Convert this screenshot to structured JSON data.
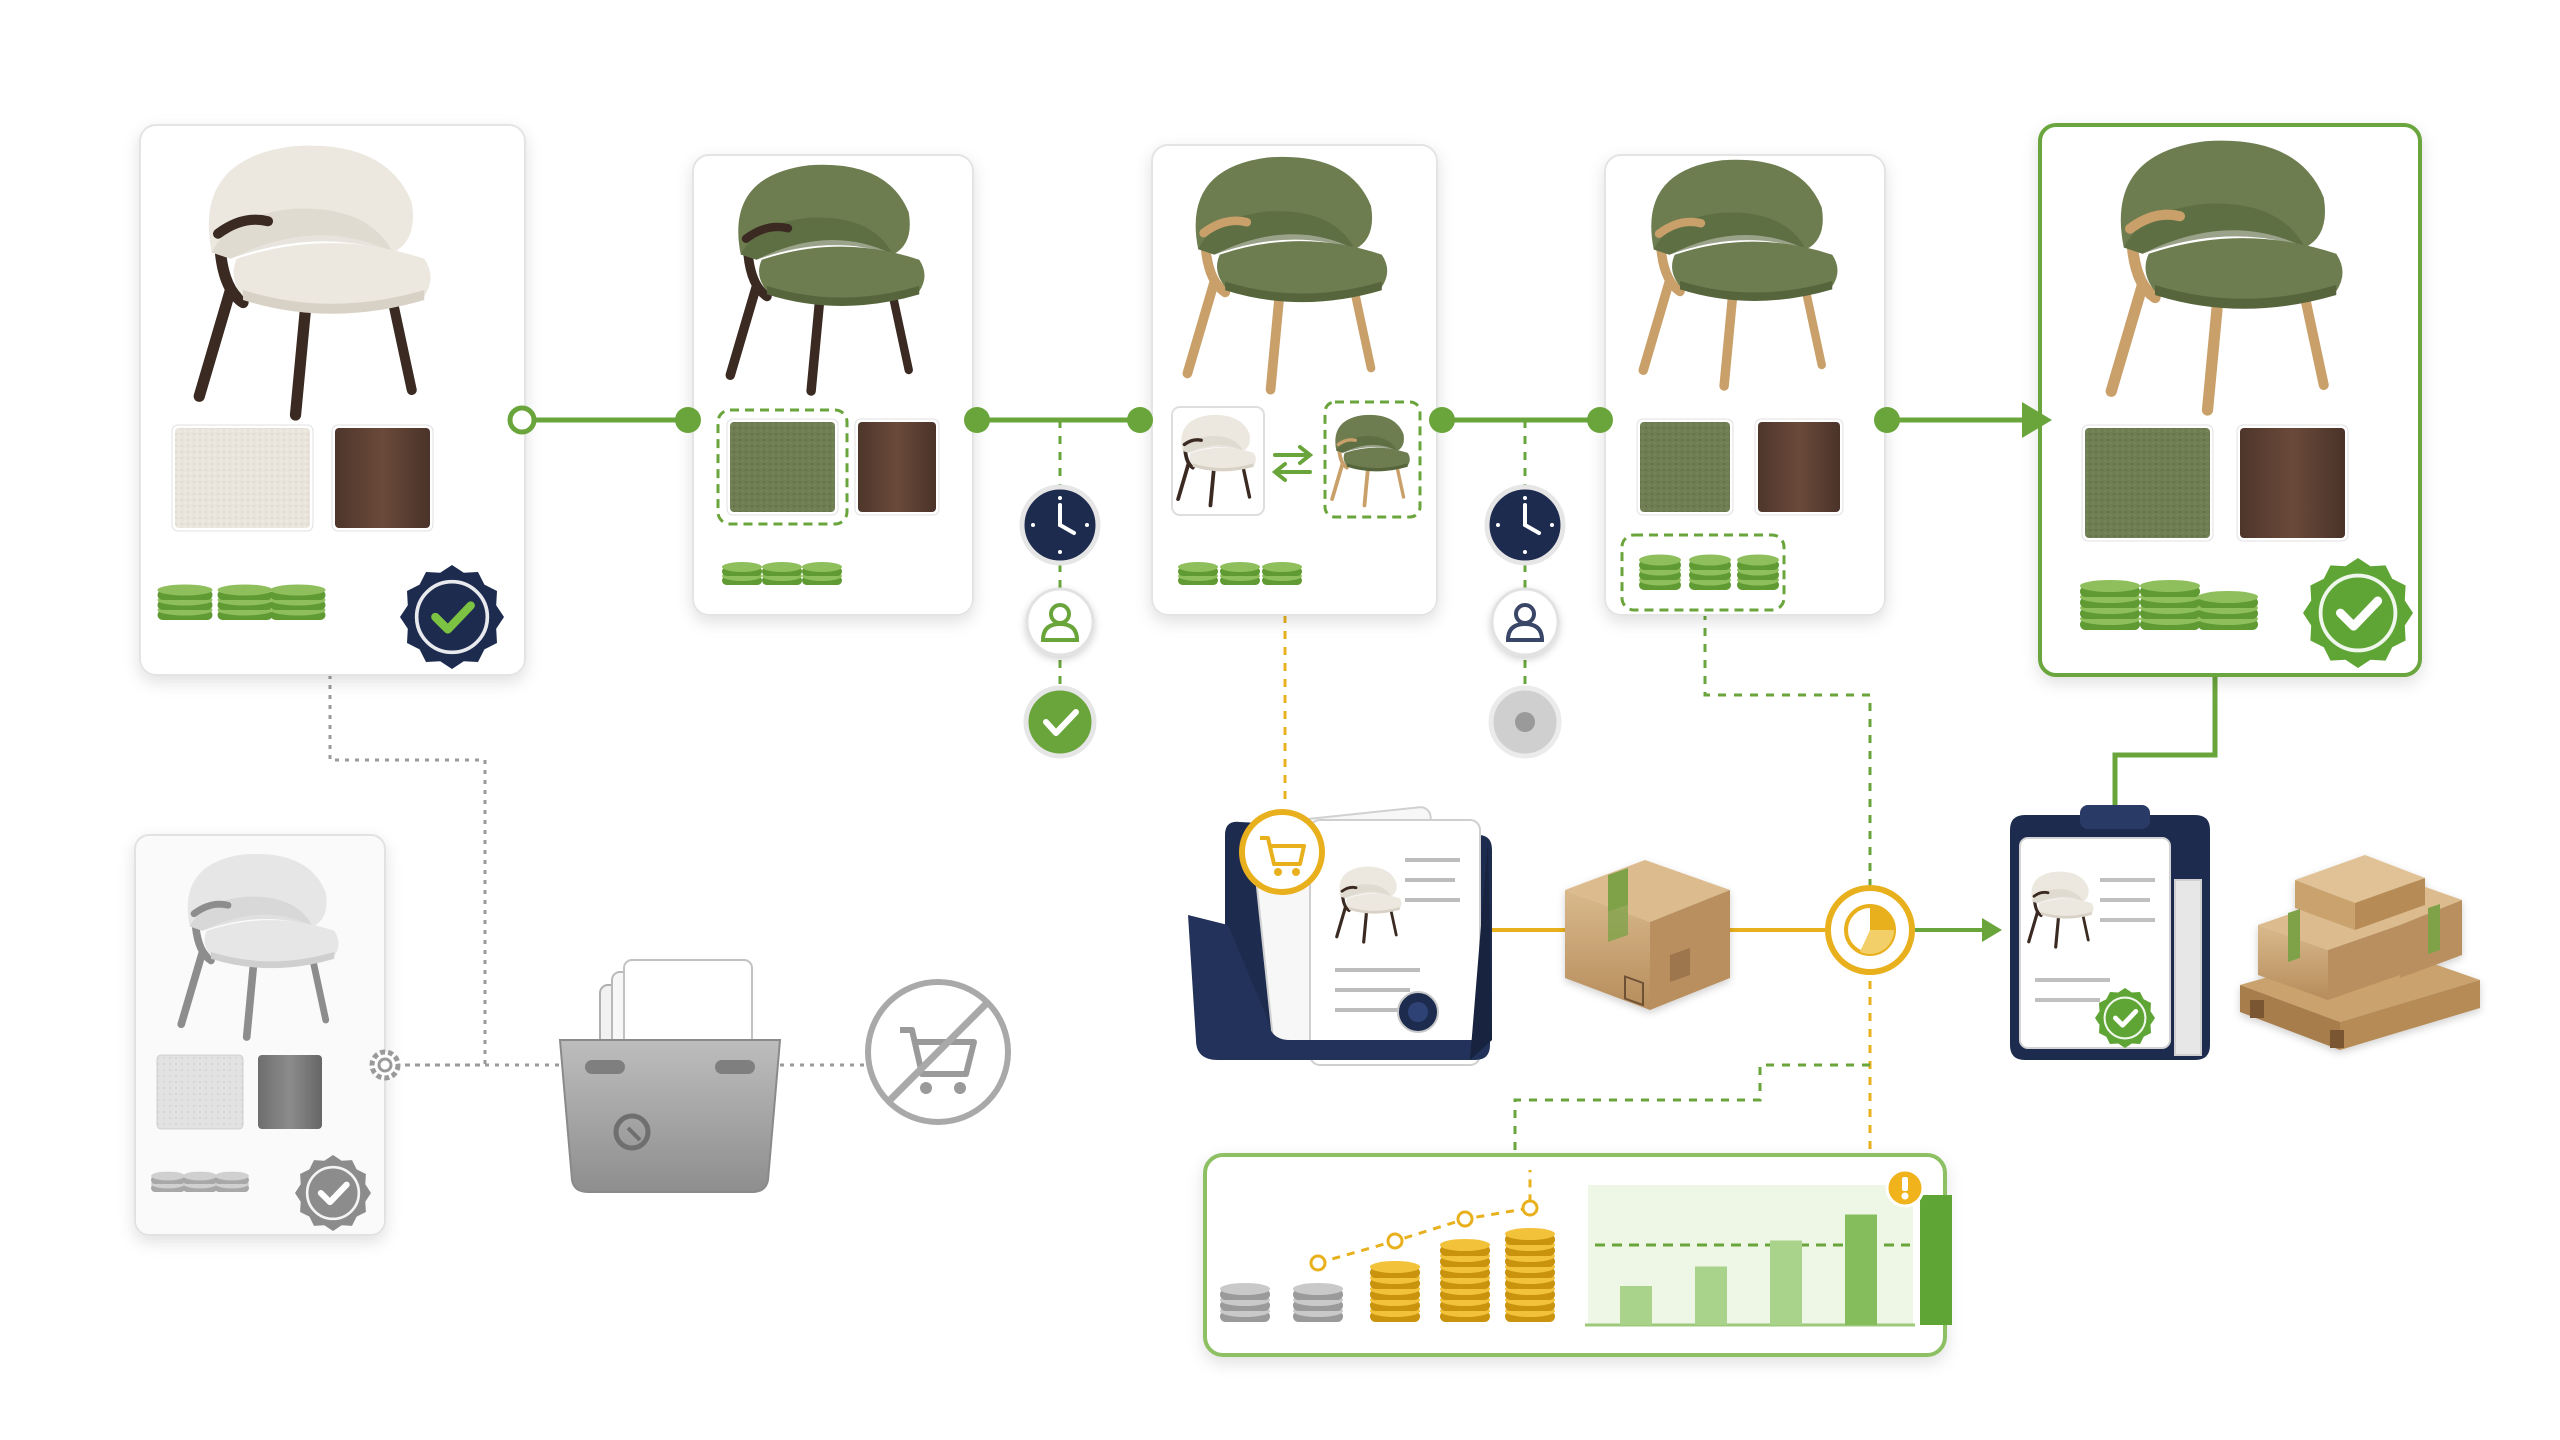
{
  "colors": {
    "green": "#6aa53c",
    "green_dark": "#4f8a2e",
    "olive_fabric": "#6e7f52",
    "cream_fabric": "#e8e4dc",
    "walnut": "#5a3f32",
    "oak": "#c9a06a",
    "navy": "#1d2b4f",
    "gold": "#e8b01c",
    "grey": "#9a9a9a",
    "kraft": "#c8a57a"
  },
  "stages": [
    {
      "id": "original",
      "fabric": "cream",
      "wood": "walnut",
      "badge": "navy-check-seal-icon"
    },
    {
      "id": "fabric-swap",
      "fabric": "olive",
      "wood": "walnut",
      "highlight": "fabric"
    },
    {
      "id": "frame-swap",
      "fabric": "olive",
      "wood": "oak",
      "highlight": "frame"
    },
    {
      "id": "cost-update",
      "fabric": "olive",
      "wood": "walnut",
      "highlight": "cost"
    },
    {
      "id": "approved",
      "fabric": "olive",
      "wood": "walnut",
      "badge": "green-check-seal-icon"
    }
  ],
  "approval_steps": [
    {
      "id": "review-1",
      "icons": [
        "clock-icon",
        "user-icon",
        "check-icon"
      ],
      "state": "approved"
    },
    {
      "id": "review-2",
      "icons": [
        "clock-icon",
        "user-icon",
        "pending-icon"
      ],
      "state": "pending"
    }
  ],
  "archived": {
    "icons": [
      "archived-chair-card",
      "archive-box-icon",
      "no-cart-icon"
    ]
  },
  "fulfillment": {
    "icons": [
      "catalog-tray-icon",
      "cart-icon",
      "shipping-box-icon",
      "pie-chart-icon",
      "approved-clipboard-icon",
      "pallet-icon"
    ]
  },
  "cost_panel": {
    "coin_stacks": [
      {
        "color": "grey",
        "height": 3
      },
      {
        "color": "grey",
        "height": 3
      },
      {
        "color": "gold",
        "height": 5
      },
      {
        "color": "gold",
        "height": 7
      },
      {
        "color": "gold",
        "height": 8
      }
    ],
    "bars": [
      0.3,
      0.45,
      0.65,
      0.85,
      1.0
    ],
    "warning_icon": "warning-icon"
  }
}
